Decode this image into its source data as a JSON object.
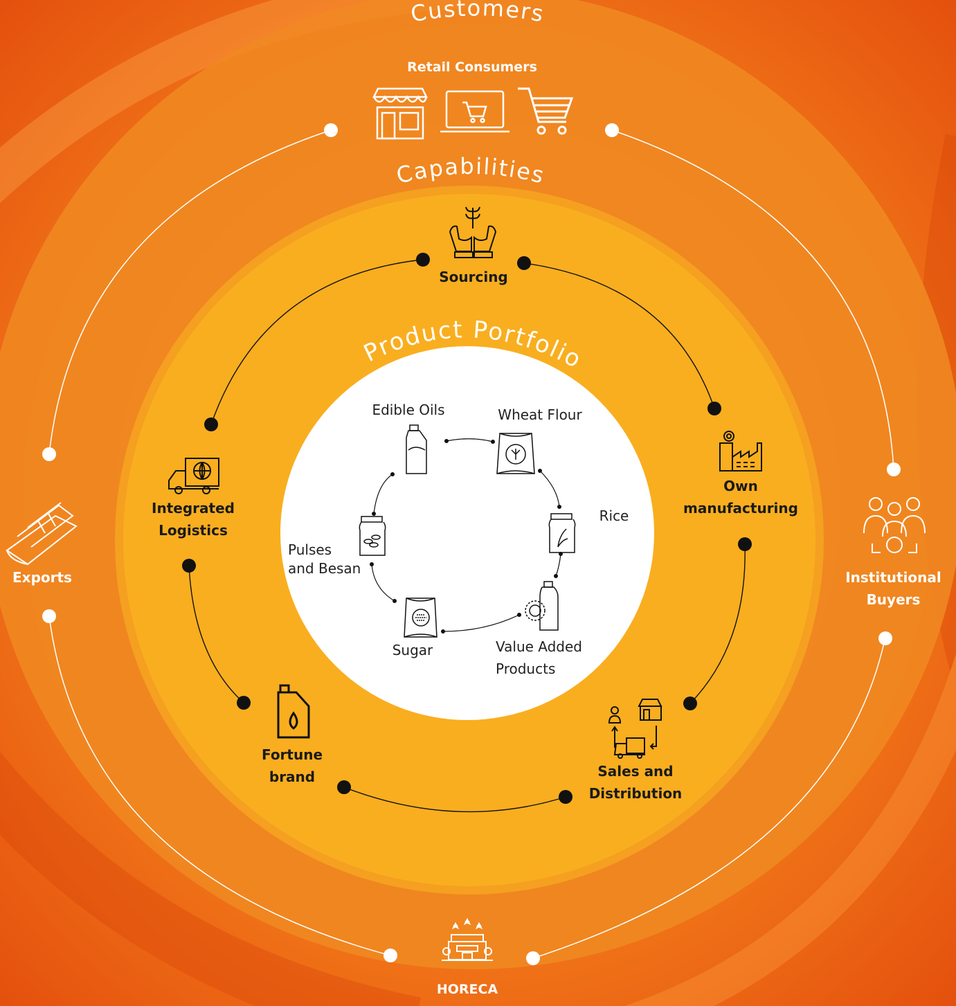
{
  "rings": {
    "customers_title": "Customers",
    "capabilities_title": "Capabilities",
    "portfolio_title": "Product Portfolio"
  },
  "customers": {
    "retail": "Retail Consumers",
    "exports": "Exports",
    "institutional": "Institutional\nBuyers",
    "horeca": "HORECA"
  },
  "capabilities": {
    "sourcing": "Sourcing",
    "own_manufacturing": "Own\nmanufacturing",
    "sales_distribution": "Sales and\nDistribution",
    "fortune_brand": "Fortune\nbrand",
    "integrated_logistics": "Integrated\nLogistics"
  },
  "products": {
    "edible_oils": "Edible Oils",
    "wheat_flour": "Wheat Flour",
    "rice": "Rice",
    "value_added": "Value Added\nProducts",
    "sugar": "Sugar",
    "pulses_besan": "Pulses\nand Besan"
  },
  "colors": {
    "background": "#e8550f",
    "outer_ring": "#f08a22",
    "middle_ring": "#f5a020",
    "inner_ring": "#f9ae1f",
    "center": "#ffffff"
  }
}
